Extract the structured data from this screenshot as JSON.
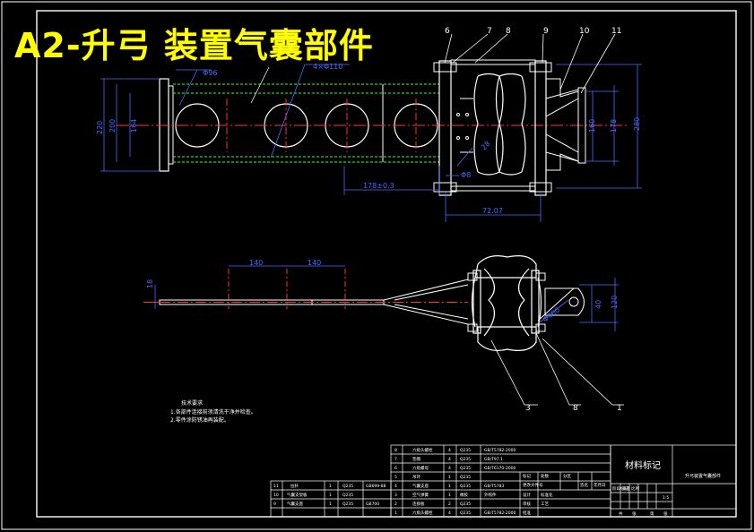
{
  "title": "A2-升弓 装置气囊部件",
  "colors": {
    "background": "#000000",
    "frame": "#ffffff",
    "dimension": "#4a6bff",
    "centerline": "#ff3333",
    "hidden": "#33ff33",
    "title": "#ffff00"
  },
  "balloons": [
    "6",
    "7",
    "8",
    "9",
    "10",
    "11"
  ],
  "balloons_bottom": [
    "3",
    "8",
    "1"
  ],
  "dims_top": {
    "d1": "220",
    "d2": "200",
    "d3": "164",
    "d4": "Φ96",
    "d5": "4×Φ110",
    "d6": "178±0.3",
    "d7": "Φ8",
    "d8": "160",
    "d9": "178",
    "d10": "280",
    "d11": "72.07",
    "d12": "28"
  },
  "dims_bottom": {
    "d1": "140",
    "d2": "140",
    "d3": "18",
    "d4": "40",
    "d5": "120",
    "d6": "Φ400"
  },
  "notes": {
    "heading": "技术要求",
    "line1": "1.各部件连接前须清洗干净并检查。",
    "line2": "2.零件涂防锈油再装配。"
  },
  "title_block": {
    "material_mark": "材料标记",
    "drawing_name": "升弓装置气囊部件",
    "scale": "1:5",
    "sign_labels": [
      "标记",
      "处数",
      "分区",
      "更改文件号",
      "签名",
      "年月日"
    ],
    "sign_right": [
      "阶段标记",
      "重量",
      "比例"
    ],
    "footer": [
      "共",
      "张",
      "第",
      "张"
    ],
    "review_labels": [
      "设计",
      "标准化",
      "审核",
      "工艺",
      "批准"
    ]
  },
  "bom_right": [
    {
      "no": "8",
      "name": "六角头螺栓",
      "qty": "4",
      "mat": "Q235",
      "std": "GB/T5782-2000"
    },
    {
      "no": "7",
      "name": "垫圈",
      "qty": "4",
      "mat": "Q235",
      "std": "GB/T97.1"
    },
    {
      "no": "6",
      "name": "六角螺母",
      "qty": "4",
      "mat": "Q235",
      "std": "GB/T6170-2000"
    },
    {
      "no": "5",
      "name": "吊环",
      "qty": "1",
      "mat": "Q235",
      "std": ""
    },
    {
      "no": "4",
      "name": "气囊支座",
      "qty": "1",
      "mat": "Q235",
      "std": "GB/T5783"
    },
    {
      "no": "3",
      "name": "空气弹簧",
      "qty": "1",
      "mat": "橡胶",
      "std": "外购件"
    },
    {
      "no": "2",
      "name": "连接板",
      "qty": "2",
      "mat": "Q235",
      "std": ""
    },
    {
      "no": "1",
      "name": "六角头螺栓",
      "qty": "4",
      "mat": "Q235",
      "std": "GB/T5782-2000"
    }
  ],
  "bom_left": [
    {
      "no": "11",
      "name": "拉杆",
      "qty": "1",
      "mat": "Q235",
      "std": "GB699-88"
    },
    {
      "no": "10",
      "name": "气囊支架板",
      "qty": "1",
      "mat": "Q235",
      "std": ""
    },
    {
      "no": "9",
      "name": "气囊支座",
      "qty": "1",
      "mat": "Q235",
      "std": "GB700"
    }
  ]
}
